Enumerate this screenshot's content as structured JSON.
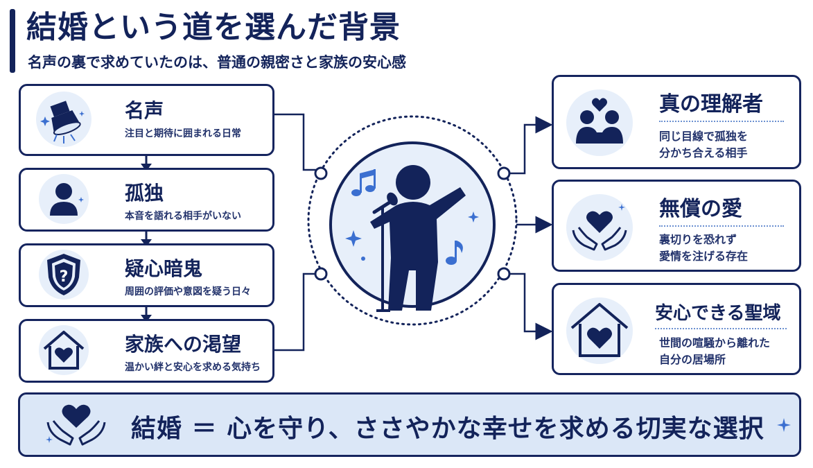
{
  "header": {
    "title": "結婚という道を選んだ背景",
    "subtitle": "名声の裏で求めていたのは、普通の親密さと家族の安心感"
  },
  "left_steps": [
    {
      "title": "名声",
      "desc": "注目と期待に囲まれる日常",
      "icon": "spotlight-icon"
    },
    {
      "title": "孤独",
      "desc": "本音を語れる相手がいない",
      "icon": "person-icon"
    },
    {
      "title": "疑心暗鬼",
      "desc": "周囲の評価や意図を疑う日々",
      "icon": "shield-question-icon"
    },
    {
      "title": "家族への渇望",
      "desc": "温かい絆と安心を求める気持ち",
      "icon": "house-heart-icon"
    }
  ],
  "right_items": [
    {
      "title": "真の理解者",
      "line1": "同じ目線で孤独を",
      "line2": "分かち合える相手",
      "icon": "couple-heart-icon"
    },
    {
      "title": "無償の愛",
      "line1": "裏切りを恐れず",
      "line2": "愛情を注げる存在",
      "icon": "hands-heart-icon"
    },
    {
      "title": "安心できる聖域",
      "line1": "世間の喧騒から離れた",
      "line2": "自分の居場所",
      "icon": "house-heart-icon"
    }
  ],
  "center": {
    "icon": "singer-icon"
  },
  "banner": {
    "text": "結婚 ＝ 心を守り、ささやかな幸せを求める切実な選択",
    "icon": "hands-heart-icon"
  },
  "colors": {
    "navy": "#13235a",
    "light": "#e7effa",
    "banner_bg": "#dbe7f7",
    "accent_dots": "#6a8fd0"
  }
}
